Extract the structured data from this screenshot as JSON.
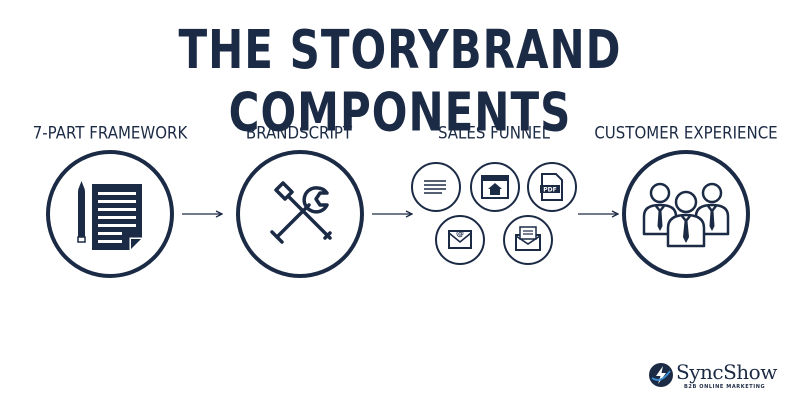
{
  "title": "THE STORYBRAND COMPONENTS",
  "stages": [
    {
      "label": "7-PART FRAMEWORK",
      "icon": "document-pencil-icon"
    },
    {
      "label": "BRANDSCRIPT",
      "icon": "wrench-screwdriver-icon"
    },
    {
      "label": "SALES FUNNEL",
      "icon": "funnel-icons-cluster"
    },
    {
      "label": "CUSTOMER EXPERIENCE",
      "icon": "people-group-icon"
    }
  ],
  "funnel_icons": [
    {
      "name": "text-lines-icon"
    },
    {
      "name": "webpage-home-icon"
    },
    {
      "name": "pdf-document-icon",
      "text": "PDF"
    },
    {
      "name": "email-at-icon",
      "text": "@"
    },
    {
      "name": "envelope-letter-icon"
    }
  ],
  "logo": {
    "name": "SyncShow",
    "tagline": "B2B ONLINE MARKETING"
  },
  "colors": {
    "navy": "#1c2b45",
    "background": "#ffffff"
  }
}
